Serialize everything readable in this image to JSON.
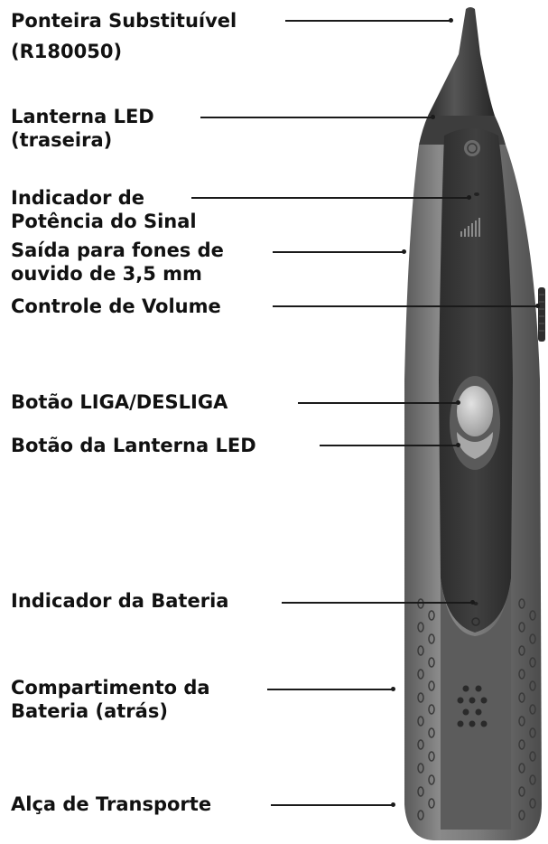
{
  "callouts": [
    {
      "id": "tip",
      "line1": "Ponteira Substituível",
      "line2": "(R180050)"
    },
    {
      "id": "led-rear",
      "line1": "Lanterna LED",
      "line2": "(traseira)"
    },
    {
      "id": "signal",
      "line1": "Indicador de",
      "line2": "Potência do Sinal"
    },
    {
      "id": "headphone",
      "line1": "Saída para fones de",
      "line2": "ouvido de 3,5 mm"
    },
    {
      "id": "volume",
      "line1": "Controle de Volume"
    },
    {
      "id": "power",
      "line1": "Botão LIGA/DESLIGA"
    },
    {
      "id": "led-button",
      "line1": "Botão da Lanterna LED"
    },
    {
      "id": "battery-indicator",
      "line1": "Indicador da Bateria"
    },
    {
      "id": "battery-compartment",
      "line1": "Compartimento da",
      "line2": "Bateria (atrás)"
    },
    {
      "id": "carry-strap",
      "line1": "Alça de Transporte"
    }
  ],
  "colors": {
    "body": "#6e6e6e",
    "panel": "#3a3a3a",
    "button": "#c8c8c8",
    "line": "#1a1a1a"
  }
}
